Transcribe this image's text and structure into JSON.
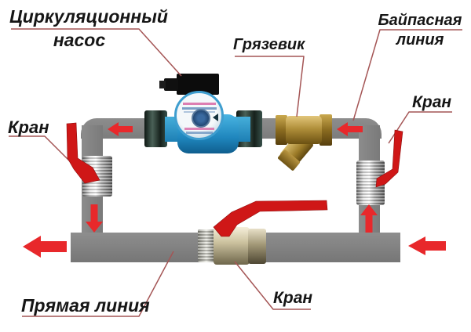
{
  "labels": {
    "circulation_pump": {
      "line1": "Циркуляционный",
      "line2": "насос"
    },
    "strainer": "Грязевик",
    "bypass_line": {
      "line1": "Байпасная",
      "line2": "линия"
    },
    "valve_left": "Кран",
    "valve_right": "Кран",
    "valve_bottom": "Кран",
    "straight_line": "Прямая линия"
  },
  "colors": {
    "bg": "#ffffff",
    "pipe": "#838383",
    "arrow": "#e8282b",
    "handle": "#cf1717",
    "leader": "#a45555",
    "text": "#161616"
  },
  "flow_arrows": [
    {
      "location": "bypass-after-pump",
      "direction": "left"
    },
    {
      "location": "bypass-before-right-elbow",
      "direction": "left"
    },
    {
      "location": "left-riser",
      "direction": "down"
    },
    {
      "location": "right-riser",
      "direction": "up"
    },
    {
      "location": "main-line-outlet",
      "direction": "left"
    },
    {
      "location": "main-line-inlet",
      "direction": "left"
    }
  ]
}
